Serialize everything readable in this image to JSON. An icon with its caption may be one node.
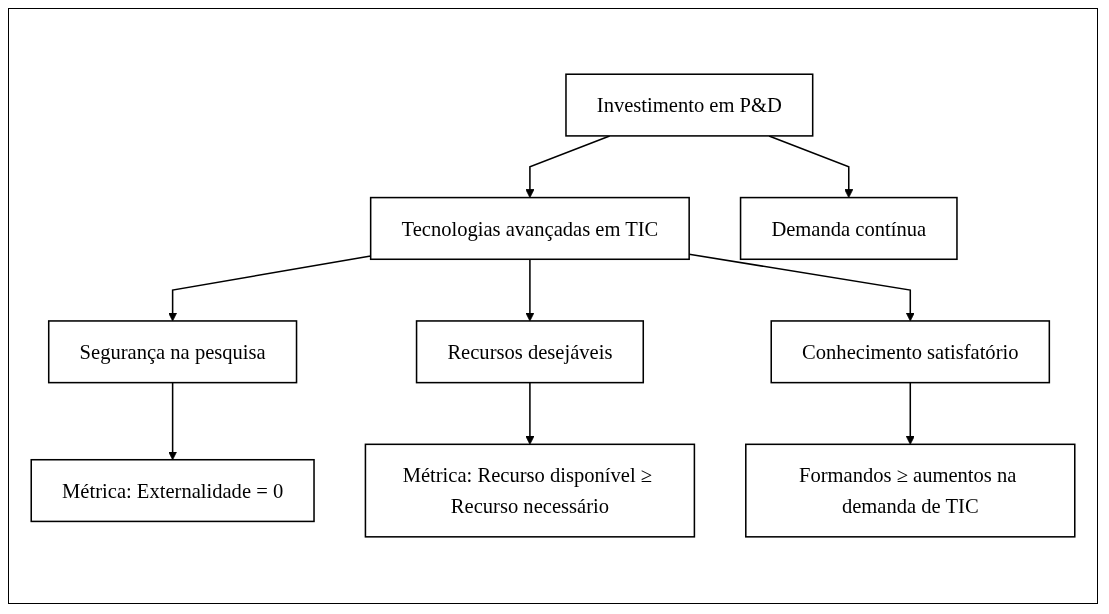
{
  "diagram": {
    "nodes": [
      {
        "text": [
          "Investimento em P&D"
        ]
      },
      {
        "text": [
          "Tecnologias avançadas em TIC"
        ]
      },
      {
        "text": [
          "Demanda contínua"
        ]
      },
      {
        "text": [
          "Segurança na pesquisa"
        ]
      },
      {
        "text": [
          "Recursos desejáveis"
        ]
      },
      {
        "text": [
          "Conhecimento satisfatório"
        ]
      },
      {
        "text": [
          "Métrica: Externalidade = 0"
        ]
      },
      {
        "text": [
          "Métrica: Recurso disponível ≥ Recurso necessário"
        ]
      },
      {
        "text": [
          "Formandos ≥ aumentos na demanda de TIC"
        ]
      }
    ],
    "edges": [
      {
        "from": 0,
        "to": 1,
        "arrow": "to"
      },
      {
        "from": 0,
        "to": 2,
        "arrow": "to"
      },
      {
        "from": 1,
        "to": 3,
        "arrow": "to"
      },
      {
        "from": 1,
        "to": 4,
        "arrow": "to"
      },
      {
        "from": 1,
        "to": 5,
        "arrow": "to"
      },
      {
        "from": 3,
        "to": 6,
        "arrow": "to"
      },
      {
        "from": 4,
        "to": 7,
        "arrow": "to"
      },
      {
        "from": 5,
        "to": 8,
        "arrow": "to"
      }
    ]
  }
}
